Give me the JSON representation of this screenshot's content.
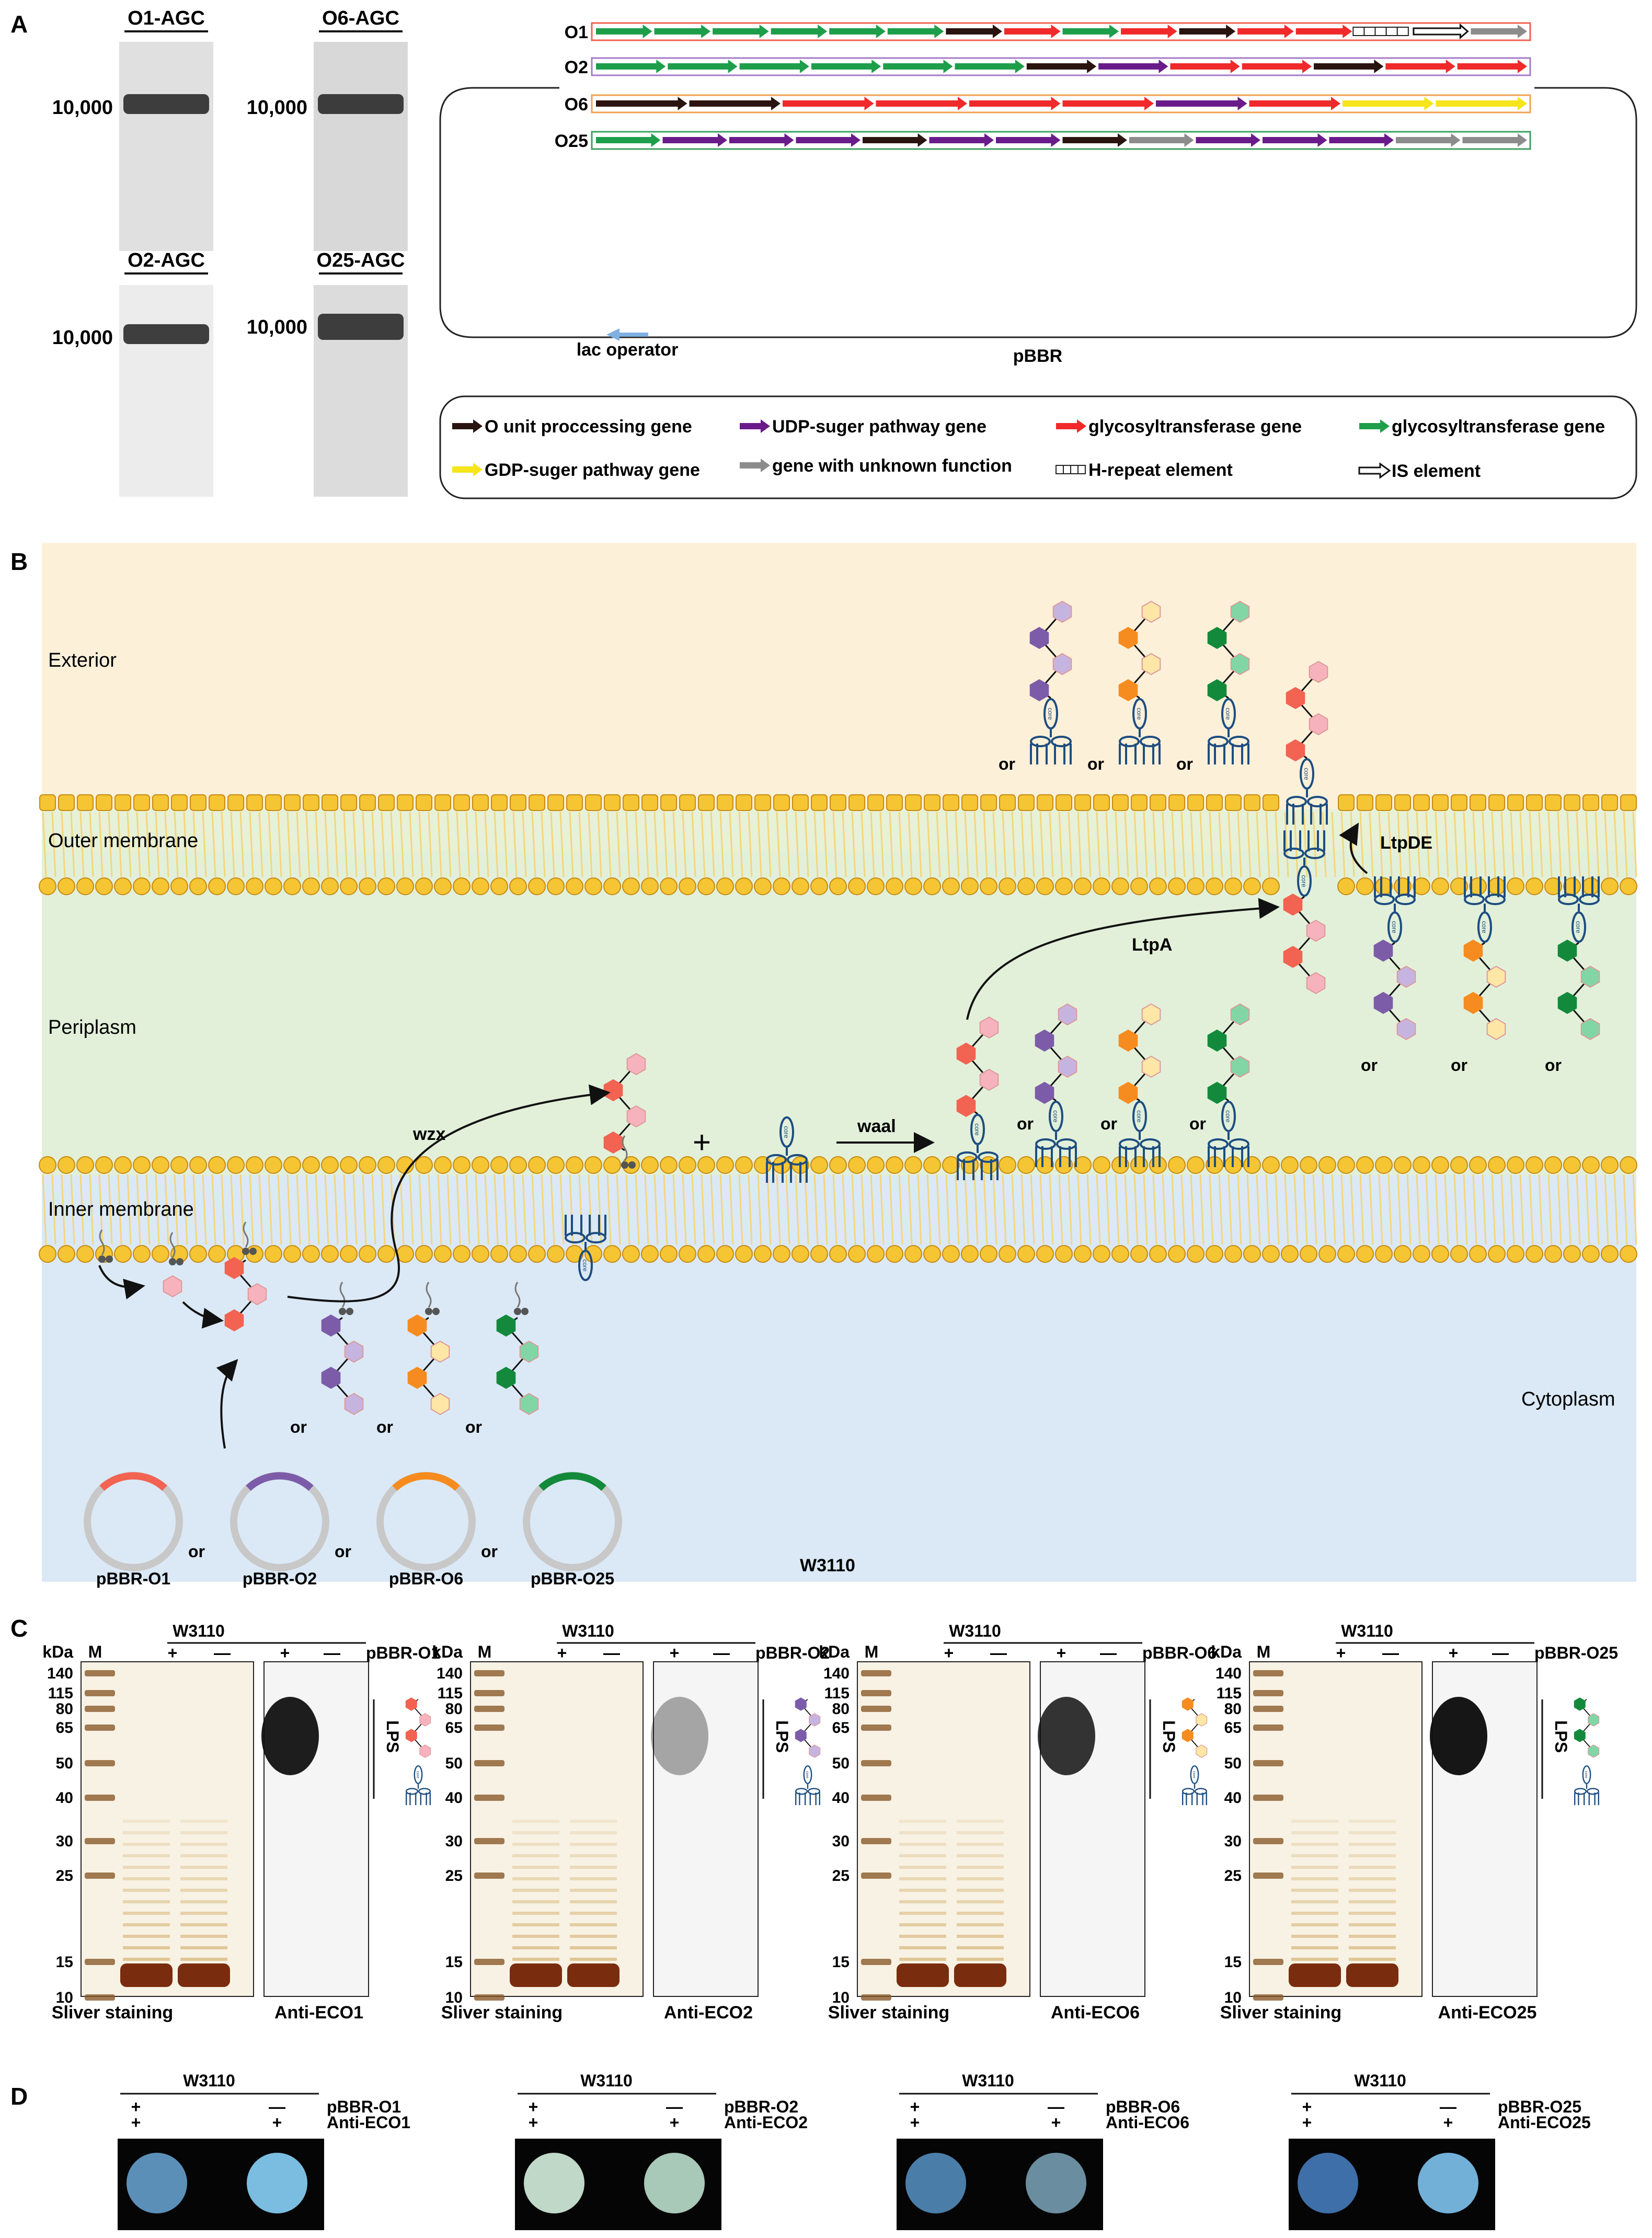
{
  "panels": {
    "A": "A",
    "B": "B",
    "C": "C",
    "D": "D"
  },
  "panelA": {
    "gels": [
      {
        "title": "O1-AGC",
        "marker": "10,000"
      },
      {
        "title": "O6-AGC",
        "marker": "10,000"
      },
      {
        "title": "O2-AGC",
        "marker": "10,000"
      },
      {
        "title": "O25-AGC",
        "marker": "10,000"
      }
    ],
    "clusters": [
      {
        "label": "O1",
        "genes": [
          "green",
          "green",
          "green",
          "green",
          "green",
          "green",
          "black",
          "red",
          "green",
          "red",
          "black",
          "red",
          "red",
          "hrepeat",
          "is",
          "gray"
        ]
      },
      {
        "label": "O2",
        "genes": [
          "green",
          "green",
          "green",
          "green",
          "green",
          "green",
          "black",
          "purple",
          "red",
          "red",
          "black",
          "red",
          "red"
        ]
      },
      {
        "label": "O6",
        "genes": [
          "black",
          "black",
          "red",
          "red",
          "red",
          "red",
          "purple",
          "red",
          "yellow",
          "yellow"
        ]
      },
      {
        "label": "O25",
        "genes": [
          "green",
          "purple",
          "purple",
          "purple",
          "black",
          "purple",
          "purple",
          "black",
          "gray",
          "purple",
          "purple",
          "purple",
          "gray",
          "gray"
        ]
      }
    ],
    "lac_operator": "lac operator",
    "plasmid": "pBBR",
    "legend": [
      {
        "key": "black",
        "label": "O unit proccessing gene"
      },
      {
        "key": "purple",
        "label": "UDP-suger pathway gene"
      },
      {
        "key": "red",
        "label": "glycosyltransferase gene"
      },
      {
        "key": "green",
        "label": "glycosyltransferase gene"
      },
      {
        "key": "yellow",
        "label": "GDP-suger pathway gene"
      },
      {
        "key": "gray",
        "label": "gene with unknown function"
      },
      {
        "key": "hrepeat",
        "label": "H-repeat element"
      },
      {
        "key": "is",
        "label": "IS element"
      }
    ]
  },
  "panelB": {
    "regions": {
      "exterior": "Exterior",
      "outer": "Outer membrane",
      "periplasm": "Periplasm",
      "inner": "Inner membrane",
      "cytoplasm": "Cytoplasm"
    },
    "enzymes": {
      "wzx": "wzx",
      "waal": "waal",
      "ltpA": "LtpA",
      "ltpDE": "LtpDE"
    },
    "plus": "+",
    "or": "or",
    "plasmids": [
      "pBBR-O1",
      "pBBR-O2",
      "pBBR-O6",
      "pBBR-O25"
    ],
    "strain": "W3110",
    "core_label": "core"
  },
  "panelC": {
    "kda": "kDa",
    "M": "M",
    "ladder": [
      "140",
      "115",
      "80",
      "65",
      "50",
      "40",
      "30",
      "25",
      "15",
      "10"
    ],
    "blocks": [
      {
        "strain": "W3110",
        "plasmid": "pBBR-O1",
        "plus": "+",
        "minus": "—",
        "stain": "Sliver staining",
        "antibody": "Anti-ECO1",
        "lps": "LPS"
      },
      {
        "strain": "W3110",
        "plasmid": "pBBR-O2",
        "plus": "+",
        "minus": "—",
        "stain": "Sliver staining",
        "antibody": "Anti-ECO2",
        "lps": "LPS"
      },
      {
        "strain": "W3110",
        "plasmid": "pBBR-O6",
        "plus": "+",
        "minus": "—",
        "stain": "Sliver staining",
        "antibody": "Anti-ECO6",
        "lps": "LPS"
      },
      {
        "strain": "W3110",
        "plasmid": "pBBR-O25",
        "plus": "+",
        "minus": "—",
        "stain": "Sliver staining",
        "antibody": "Anti-ECO25",
        "lps": "LPS"
      }
    ]
  },
  "panelD": {
    "blocks": [
      {
        "strain": "W3110",
        "plasmid": "pBBR-O1",
        "antibody": "Anti-ECO1",
        "row1": [
          "+",
          "—"
        ],
        "row2": [
          "+",
          "+"
        ]
      },
      {
        "strain": "W3110",
        "plasmid": "pBBR-O2",
        "antibody": "Anti-ECO2",
        "row1": [
          "+",
          "—"
        ],
        "row2": [
          "+",
          "+"
        ]
      },
      {
        "strain": "W3110",
        "plasmid": "pBBR-O6",
        "antibody": "Anti-ECO6",
        "row1": [
          "+",
          "—"
        ],
        "row2": [
          "+",
          "+"
        ]
      },
      {
        "strain": "W3110",
        "plasmid": "pBBR-O25",
        "antibody": "Anti-ECO25",
        "row1": [
          "+",
          "—"
        ],
        "row2": [
          "+",
          "+"
        ]
      }
    ]
  },
  "colors": {
    "black": "#2a1410",
    "purple": "#6a1b8a",
    "red": "#f02a2a",
    "green": "#1e9e4a",
    "yellow": "#f5e51a",
    "gray": "#8c8c8c",
    "lac": "#7fb0e0",
    "exterior_bg": "#fdf0d9",
    "outer_bg": "#e7f1d7",
    "periplasm_bg": "#e2f0da",
    "cytoplasm_bg": "#dbe9f6",
    "lipid_fill": "#f5c534",
    "lipid_stroke": "#c88a12",
    "tail": "#f3d67c",
    "core": "#1d4d80",
    "o1": "#f26352",
    "o1_light": "#f7b3bd",
    "o2": "#7c5ca8",
    "o2_light": "#c6b4e0",
    "o6": "#f68c1f",
    "o6_light": "#fde6a6",
    "o25": "#138a3b",
    "o25_light": "#82d6a6"
  },
  "icons": [
    "gene-arrow-icon",
    "lipid-bilayer-icon",
    "lps-core-icon",
    "hexagon-sugar-icon",
    "plasmid-ring-icon",
    "undecaprenyl-carrier-icon"
  ]
}
